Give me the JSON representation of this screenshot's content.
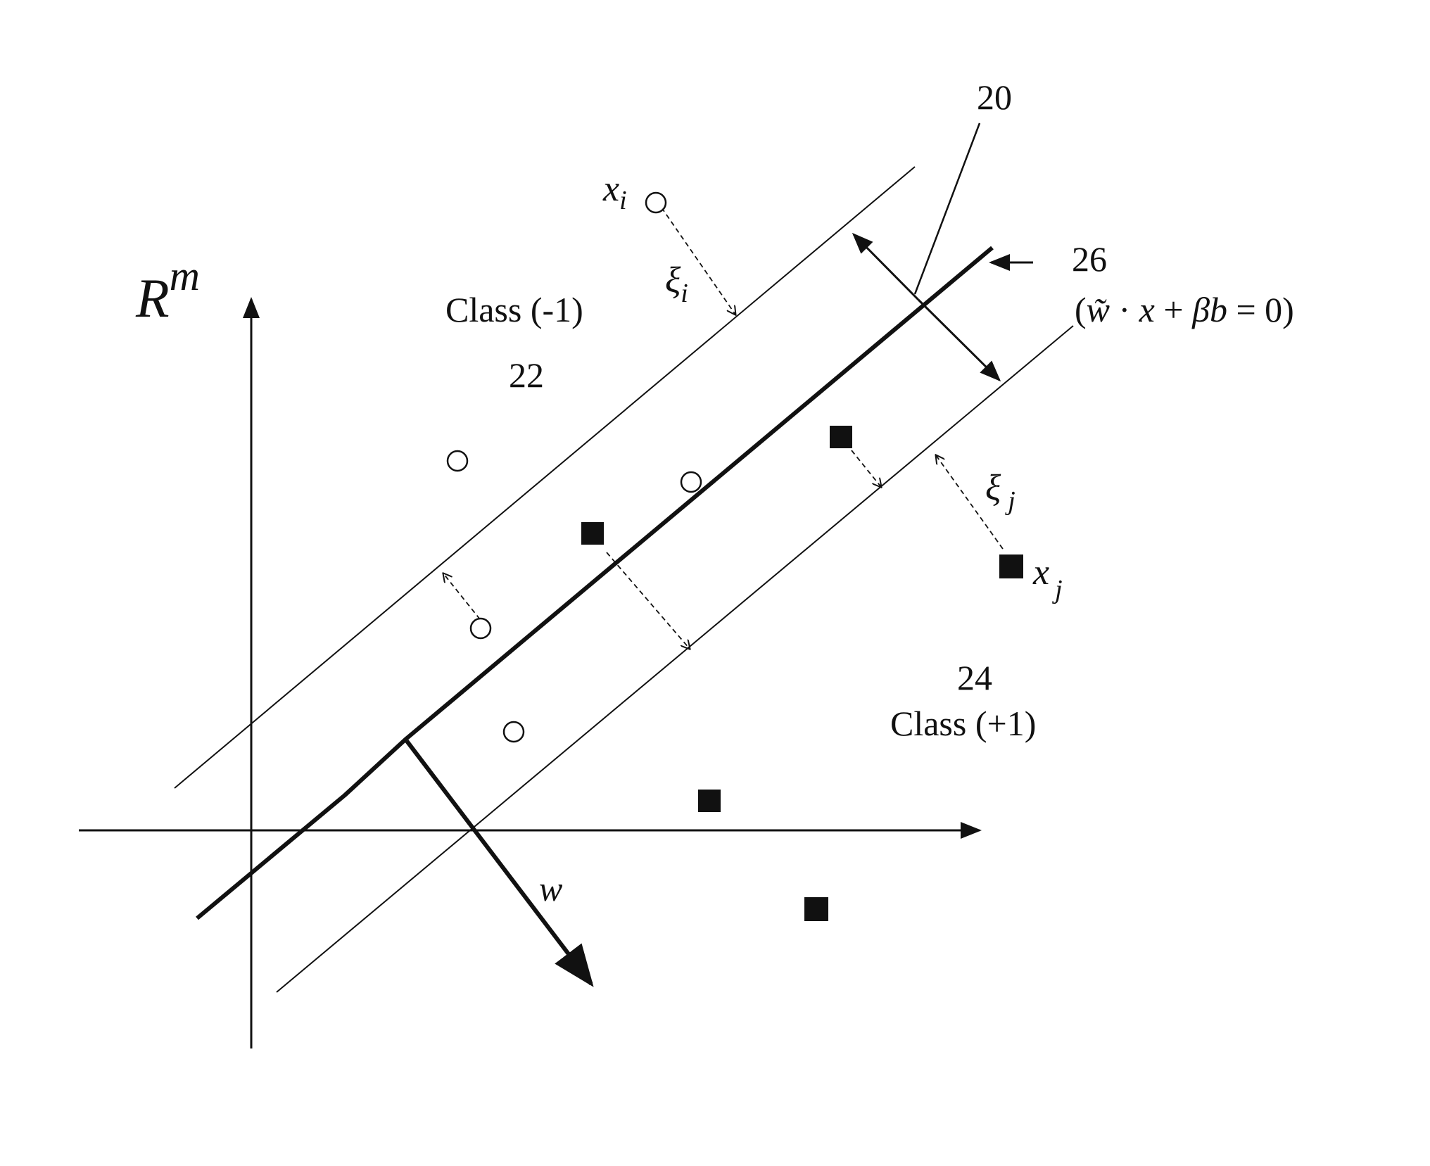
{
  "colors": {
    "ink": "#111111",
    "background": "#ffffff"
  },
  "labels": {
    "space": "R",
    "space_sup": "m",
    "ref_hyperplane": "20",
    "ref_class_neg": "22",
    "ref_class_pos": "24",
    "ref_boundary": "26",
    "class_neg": "Class (-1)",
    "class_pos": "Class (+1)",
    "xi_base": "x",
    "xi_sub": "i",
    "xj_base": "x",
    "xj_sub": "j",
    "slack_i_base": "ξ",
    "slack_i_sub": "i",
    "slack_j_base": "ξ",
    "slack_j_sub": "j",
    "w_vector": "w",
    "equation_open": "(",
    "equation_w": "w̃",
    "equation_dot": " · ",
    "equation_x": "x",
    "equation_plus": "  + ",
    "equation_beta": "β",
    "equation_b": "b",
    "equation_close": " = 0)"
  },
  "markers": {
    "class_neg_shape": "hollow-circle",
    "class_pos_shape": "filled-square"
  }
}
